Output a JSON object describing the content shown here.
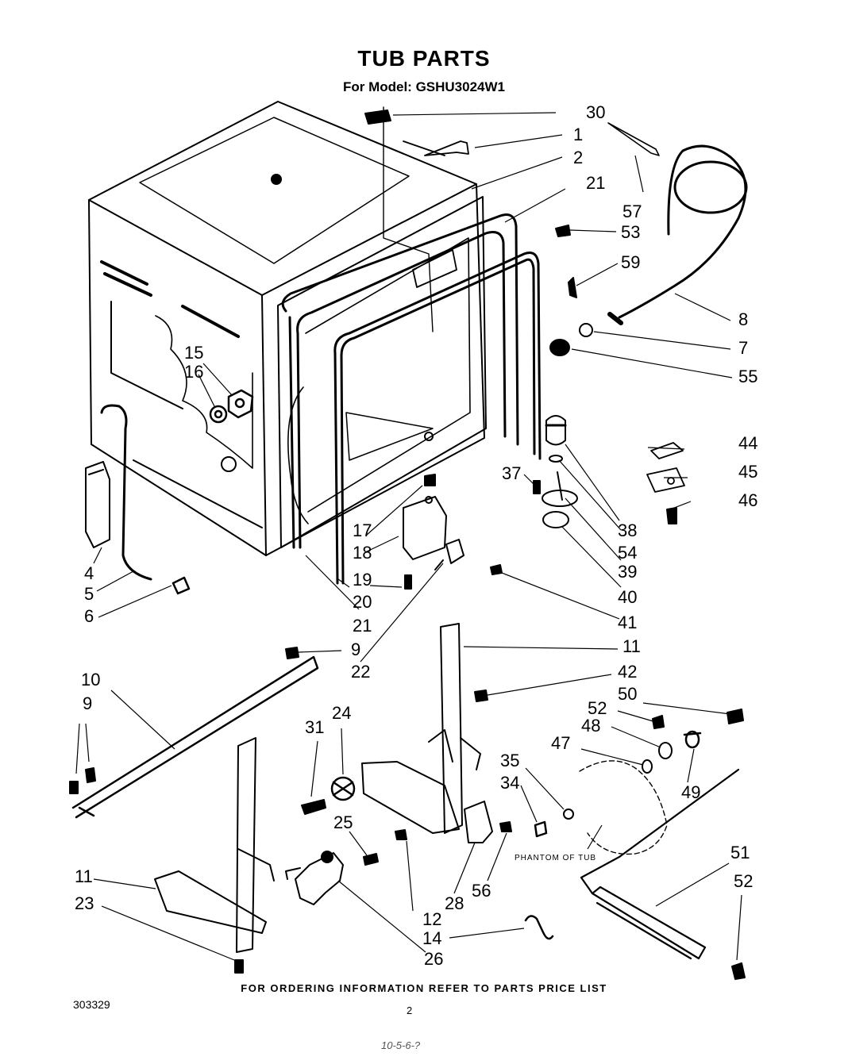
{
  "title": "TUB PARTS",
  "subtitle": "For Model: GSHU3024W1",
  "footer_note": "FOR ORDERING INFORMATION REFER TO PARTS PRICE LIST",
  "document_number": "303329",
  "page_number": "2",
  "handwritten_note": "10-5-6-?",
  "phantom_label": "PHANTOM OF TUB",
  "callouts": [
    "30",
    "1",
    "2",
    "21",
    "53",
    "57",
    "59",
    "8",
    "7",
    "55",
    "15",
    "16",
    "44",
    "45",
    "46",
    "37",
    "38",
    "54",
    "39",
    "40",
    "41",
    "17",
    "18",
    "19",
    "20",
    "21",
    "4",
    "5",
    "6",
    "9",
    "22",
    "11",
    "42",
    "50",
    "52",
    "48",
    "49",
    "47",
    "35",
    "34",
    "10",
    "9",
    "24",
    "31",
    "25",
    "11",
    "23",
    "26",
    "12",
    "28",
    "56",
    "14",
    "51",
    "52"
  ],
  "colors": {
    "ink": "#000000",
    "paper": "#ffffff"
  }
}
